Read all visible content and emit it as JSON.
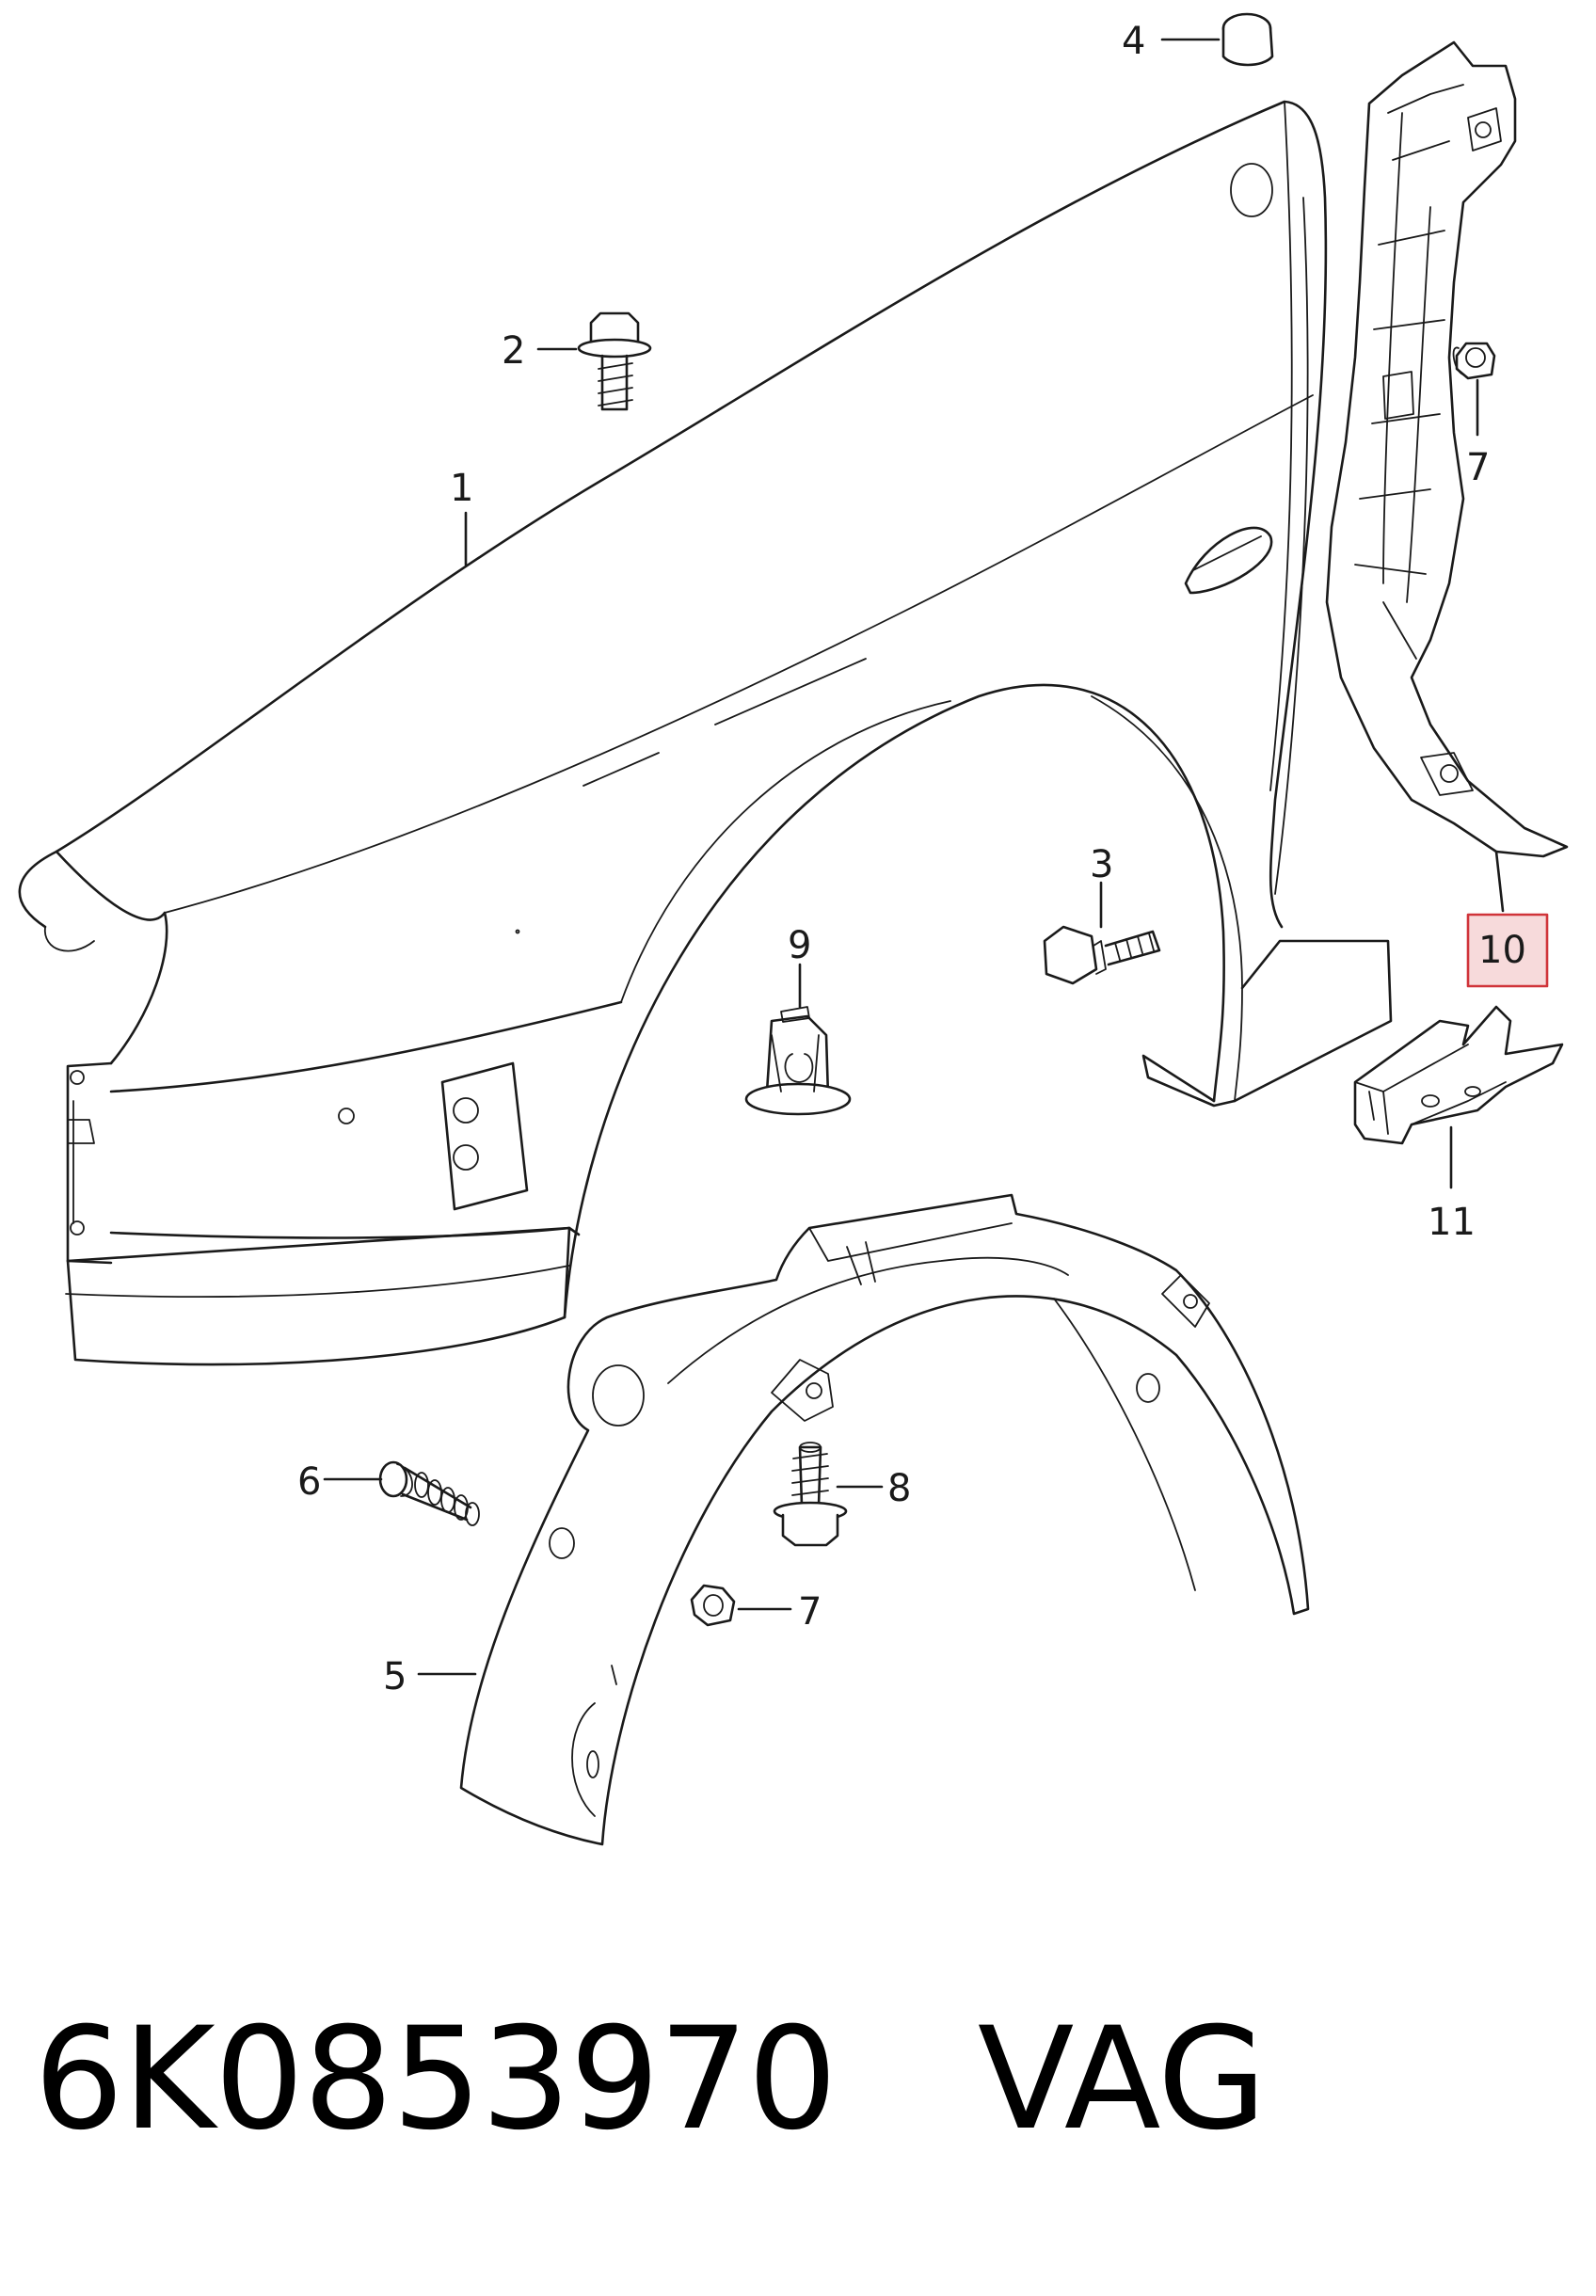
{
  "diagram": {
    "callouts": {
      "c1": "1",
      "c2": "2",
      "c3": "3",
      "c4": "4",
      "c5": "5",
      "c6": "6",
      "c7a": "7",
      "c7b": "7",
      "c8": "8",
      "c9": "9",
      "c10": "10",
      "c11": "11"
    },
    "highlighted_callout": "10",
    "highlight_color": "#d0343a"
  },
  "footer": {
    "part_number": "6K0853970",
    "brand": "VAG"
  }
}
